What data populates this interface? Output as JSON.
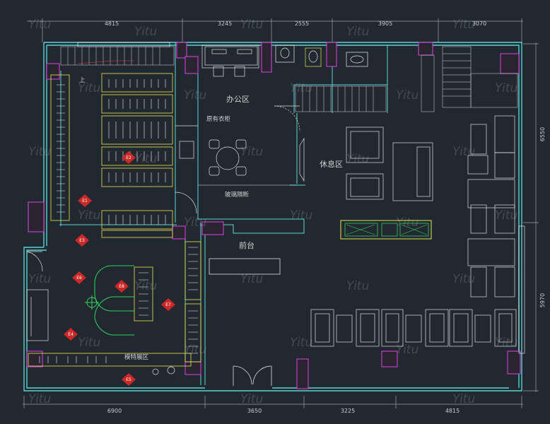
{
  "dimensions": {
    "top": [
      "4815",
      "3245",
      "2555",
      "3905",
      "3070"
    ],
    "bottom": [
      "6900",
      "3650",
      "3225",
      "4815"
    ],
    "right": [
      "6550",
      "5970"
    ]
  },
  "rooms": {
    "office": "办公区",
    "lounge": "休息区",
    "reception": "前台"
  },
  "labels": {
    "existing_wardrobe": "原有衣柜",
    "glass_partition": "玻璃隔断",
    "model_display": "模特展区",
    "stair_up": "上"
  },
  "display_tags": [
    "E1",
    "E2",
    "E3",
    "E4",
    "E5",
    "E6",
    "E7",
    "E8"
  ],
  "watermark": "Yitu"
}
